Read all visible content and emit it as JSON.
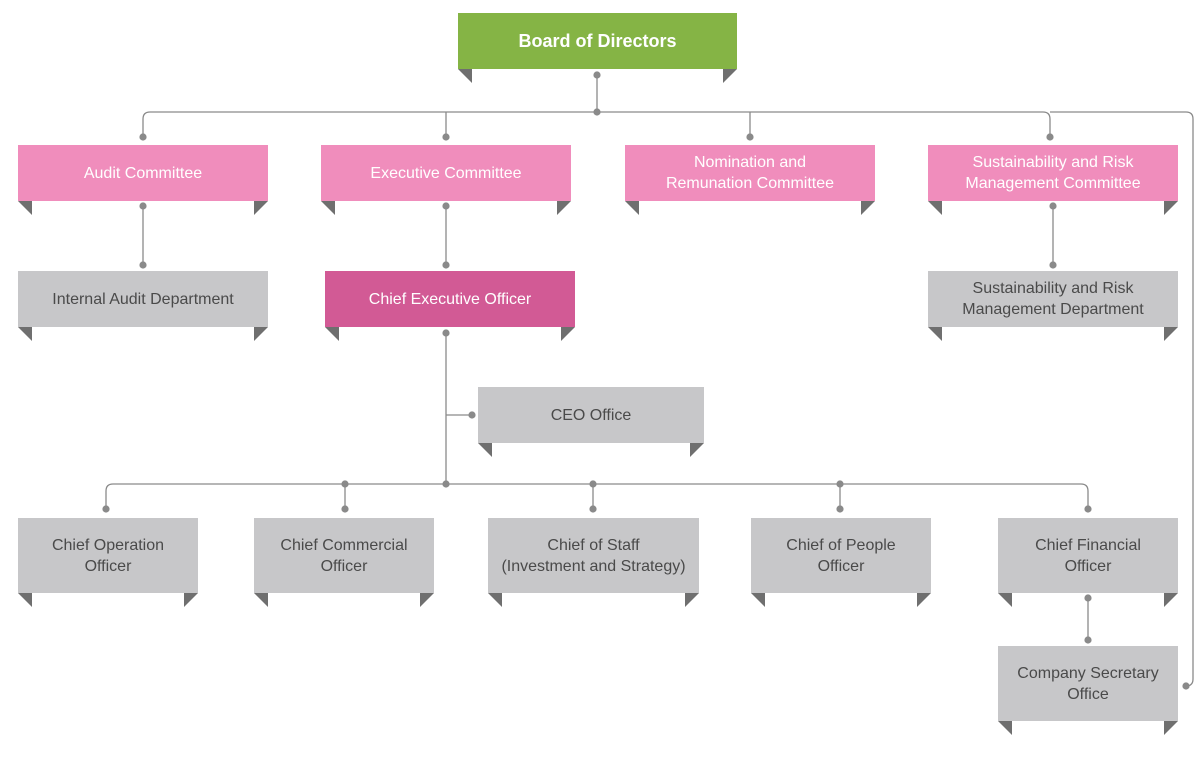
{
  "colors": {
    "board": "#85b445",
    "committee": "#f08dbc",
    "ceo": "#d25a95",
    "department": "#c7c7c9",
    "connector": "#8a8a8a"
  },
  "nodes": {
    "board": "Board of Directors",
    "audit_committee": "Audit Committee",
    "executive_committee": "Executive Committee",
    "nomination_committee": "Nomination and\nRemunation Committee",
    "sustainability_committee": "Sustainability and Risk\nManagement Committee",
    "internal_audit": "Internal Audit Department",
    "ceo": "Chief Executive Officer",
    "sustainability_department": "Sustainability and Risk\nManagement Department",
    "ceo_office": "CEO Office",
    "coo": "Chief Operation\nOfficer",
    "cco": "Chief Commercial\nOfficer",
    "cos": "Chief of Staff\n(Investment and Strategy)",
    "cpo": "Chief of People\nOfficer",
    "cfo": "Chief Financial\nOfficer",
    "company_secretary": "Company Secretary\nOffice"
  }
}
